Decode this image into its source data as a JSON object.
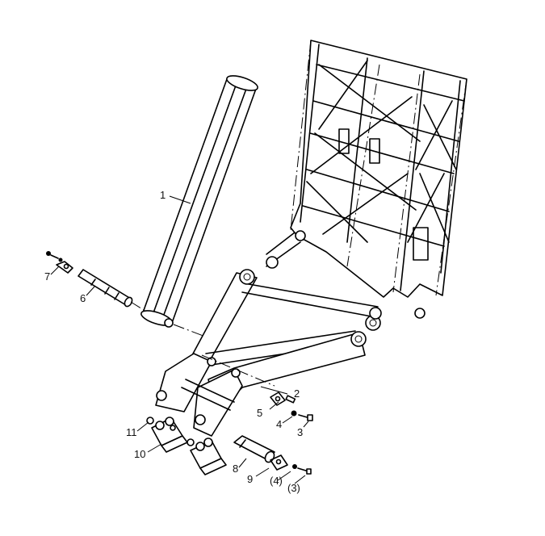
{
  "callouts": [
    {
      "id": "c1",
      "text": "1"
    },
    {
      "id": "c2",
      "text": "2"
    },
    {
      "id": "c3",
      "text": "3"
    },
    {
      "id": "c3b",
      "text": "(3)"
    },
    {
      "id": "c4",
      "text": "4"
    },
    {
      "id": "c4b",
      "text": "(4)"
    },
    {
      "id": "c5",
      "text": "5"
    },
    {
      "id": "c6",
      "text": "6"
    },
    {
      "id": "c7",
      "text": "7"
    },
    {
      "id": "c8",
      "text": "8"
    },
    {
      "id": "c9",
      "text": "9"
    },
    {
      "id": "c10",
      "text": "10"
    },
    {
      "id": "c11",
      "text": "11"
    }
  ]
}
